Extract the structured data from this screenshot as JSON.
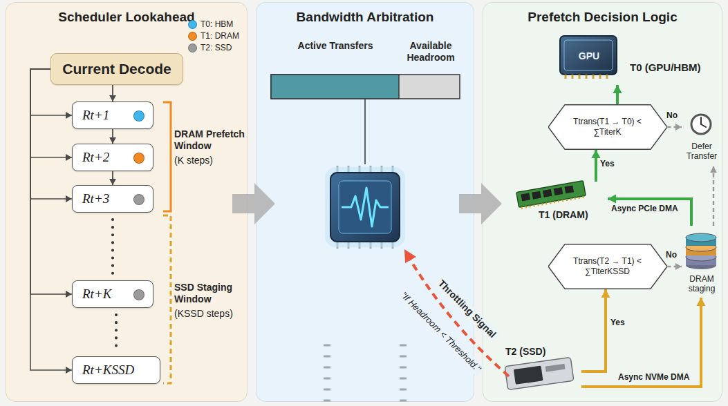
{
  "diagram": {
    "nodes": [
      {
        "text": [
          "Scheduler Lookahead"
        ]
      },
      {
        "text": [
          "Current Decode"
        ],
        "in": 0
      },
      {
        "text": [
          "Rt+1"
        ],
        "in": 0
      },
      {
        "text": [
          "Rt+2"
        ],
        "in": 0
      },
      {
        "text": [
          "Rt+3"
        ],
        "in": 0
      },
      {
        "text": [
          "Rt+K"
        ],
        "in": 0
      },
      {
        "text": [
          "Rt+KSSD"
        ],
        "in": 0
      },
      {
        "text": [
          "Bandwidth Arbitration"
        ]
      },
      {
        "text": [
          "Prefetch Decision Logic"
        ]
      },
      {
        "text": [
          "GPU",
          "T0 (GPU/HBM)"
        ],
        "in": 8
      },
      {
        "text": [
          "Ttrans(T1 → T0) < ∑TiterK"
        ],
        "in": 8
      },
      {
        "text": [
          "Defer Transfer"
        ],
        "in": 8
      },
      {
        "text": [
          "T1 (DRAM)"
        ],
        "in": 8
      },
      {
        "text": [
          "Ttrans(T2 → T1) < ∑TiterKSSD"
        ],
        "in": 8
      },
      {
        "text": [
          "DRAM staging"
        ],
        "in": 8
      },
      {
        "text": [
          "T2 (SSD)"
        ],
        "in": 8
      }
    ],
    "edges": [
      {
        "from": 1,
        "to": 2,
        "arrow": "to"
      },
      {
        "from": 2,
        "to": 3,
        "arrow": "to"
      },
      {
        "from": 3,
        "to": 4,
        "arrow": "to"
      },
      {
        "from": 4,
        "to": 5,
        "arrow": "none"
      },
      {
        "from": 5,
        "to": 6,
        "arrow": "none"
      },
      {
        "from": 1,
        "to": 2,
        "arrow": "to"
      },
      {
        "from": 1,
        "to": 3,
        "arrow": "to"
      },
      {
        "from": 1,
        "to": 4,
        "arrow": "to"
      },
      {
        "from": 1,
        "to": 5,
        "arrow": "to"
      },
      {
        "from": 1,
        "to": 6,
        "arrow": "to"
      },
      {
        "from": 0,
        "to": 7,
        "arrow": "to"
      },
      {
        "from": 7,
        "to": 8,
        "arrow": "to"
      },
      {
        "from": 10,
        "to": 9,
        "arrow": "to"
      },
      {
        "from": 10,
        "to": 11,
        "label": "No",
        "arrow": "to"
      },
      {
        "from": 12,
        "to": 10,
        "label": "Yes",
        "arrow": "to"
      },
      {
        "from": 14,
        "to": 12,
        "label": "Async PCIe DMA",
        "arrow": "to"
      },
      {
        "from": 14,
        "to": 11,
        "arrow": "to"
      },
      {
        "from": 13,
        "to": 14,
        "label": "No",
        "arrow": "to"
      },
      {
        "from": 15,
        "to": 13,
        "label": "Yes",
        "arrow": "to"
      },
      {
        "from": 15,
        "to": 14,
        "label": "Async NVMe DMA",
        "arrow": "to"
      }
    ],
    "labels": [
      "DRAM Prefetch Window",
      "(K steps)",
      "SSD Staging Window",
      "(KSSD steps)",
      "Active Transfers",
      "Available Headroom",
      "Throttling Signal",
      "\"If Headroom < Threshold.\""
    ],
    "legend": [
      {
        "text": "T0: HBM",
        "color": "#3fb6ec"
      },
      {
        "text": "T1: DRAM",
        "color": "#f08a24"
      },
      {
        "text": "T2: SSD",
        "color": "#9a9a9a"
      }
    ]
  }
}
